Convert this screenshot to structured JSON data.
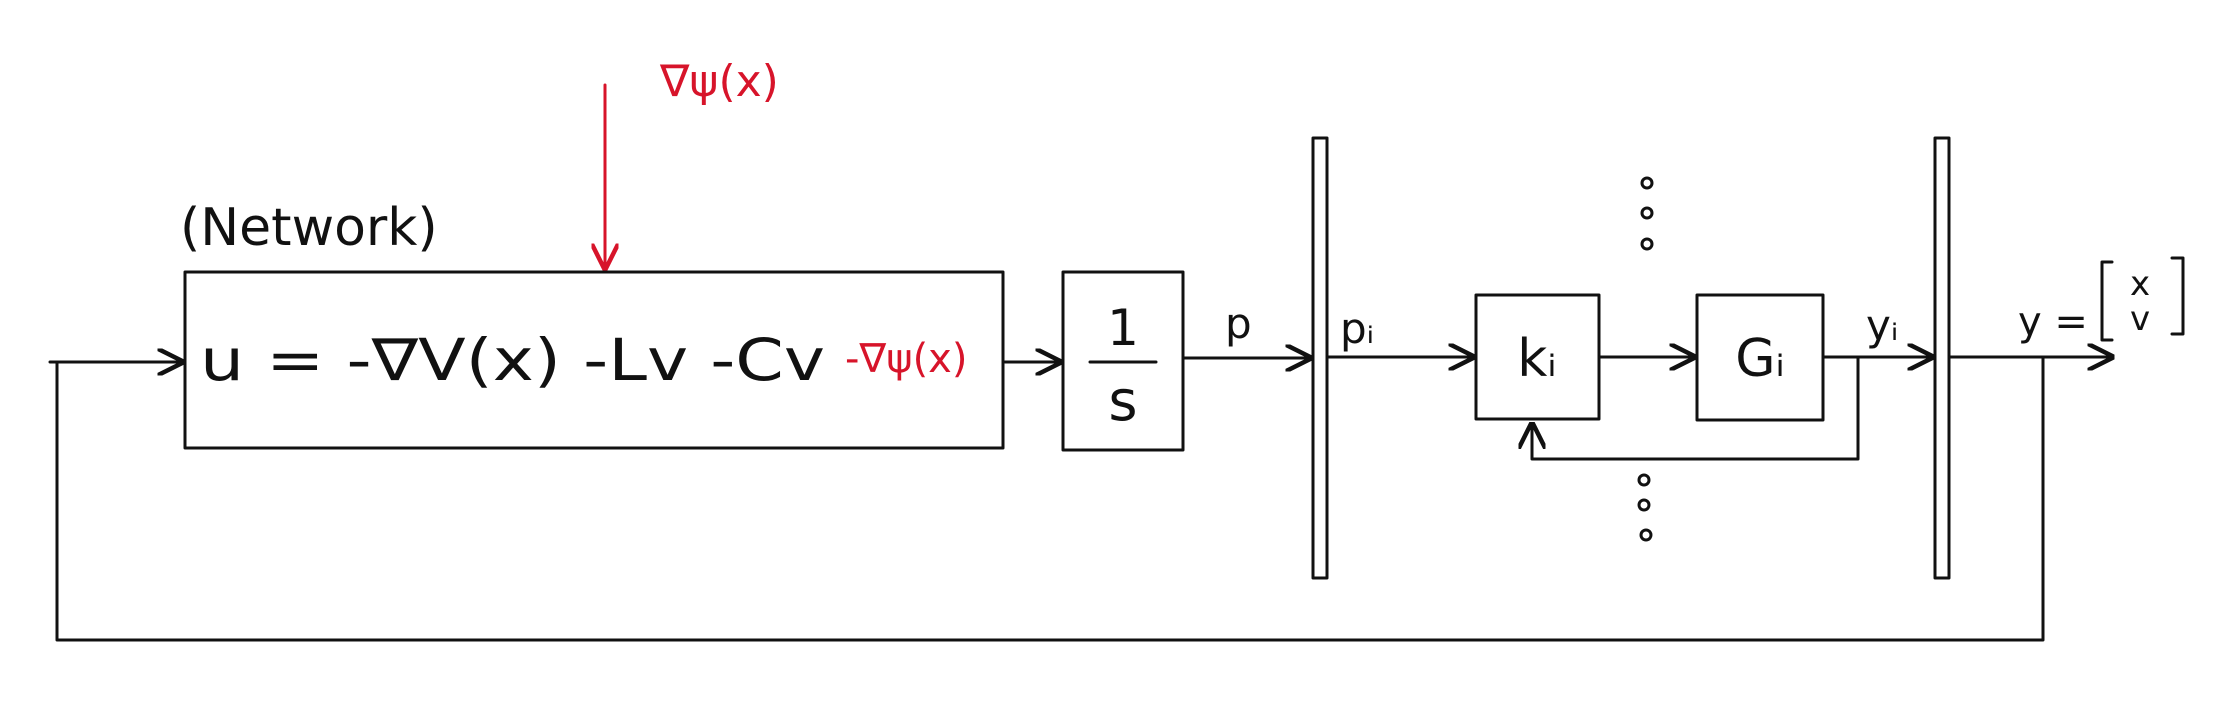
{
  "colors": {
    "ink": "#111111",
    "highlight": "#d7142a"
  },
  "network_label": "(Network)",
  "controller": {
    "formula": "u = -∇V(x) -Lv -Cv",
    "added_term": "-∇ψ(x)"
  },
  "disturbance_label": "∇ψ(x)",
  "integrator": {
    "numerator": "1",
    "denominator": "s"
  },
  "signals": {
    "p": "p",
    "p_i": "pᵢ",
    "y_i": "yᵢ",
    "y": "y =",
    "y_vector": [
      "x",
      "v"
    ]
  },
  "blocks": {
    "k_i": "kᵢ",
    "g_i": "Gᵢ"
  },
  "ellipsis": [
    "vertical-dots-top",
    "vertical-dots-bottom"
  ]
}
